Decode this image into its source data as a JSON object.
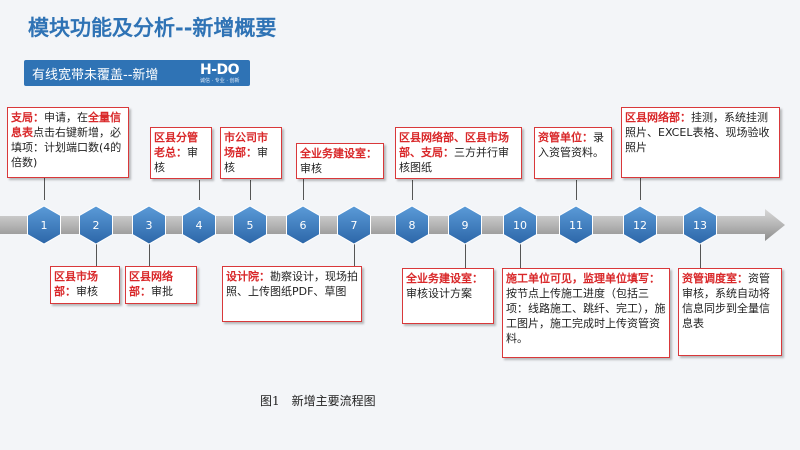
{
  "page_title": "模块功能及分析--新增概要",
  "banner": {
    "text": "有线宽带未覆盖--新增",
    "logo": "H-DO",
    "logo_sub": "诚信 · 专业 · 创新"
  },
  "top_boxes": [
    {
      "parts": [
        [
          "支局：",
          true
        ],
        [
          "申请，在",
          false
        ],
        [
          "全量信息表",
          true
        ],
        [
          "点击右键新增，必填项：计划端口数(4的倍数)",
          false
        ]
      ]
    },
    {
      "parts": [
        [
          "区县分管老总：",
          true
        ],
        [
          "审核",
          false
        ]
      ]
    },
    {
      "parts": [
        [
          "市公司市场部：",
          true
        ],
        [
          "审核",
          false
        ]
      ]
    },
    {
      "parts": [
        [
          "全业务建设室：",
          true
        ],
        [
          "审核",
          false
        ]
      ]
    },
    {
      "parts": [
        [
          "区县网络部、区县市场部、支局：",
          true
        ],
        [
          "三方并行审核图纸",
          false
        ]
      ]
    },
    {
      "parts": [
        [
          "资管单位：",
          true
        ],
        [
          "录入资管资料。",
          false
        ]
      ]
    },
    {
      "parts": [
        [
          "区县网络部：",
          true
        ],
        [
          "挂测，系统挂测照片、EXCEL表格、现场验收照片",
          false
        ]
      ]
    }
  ],
  "bottom_boxes": [
    {
      "parts": [
        [
          "区县市场部：",
          true
        ],
        [
          "审核",
          false
        ]
      ]
    },
    {
      "parts": [
        [
          "区县网络部：",
          true
        ],
        [
          "审批",
          false
        ]
      ]
    },
    {
      "parts": [
        [
          "设计院：",
          true
        ],
        [
          "勘察设计，现场拍照、上传图纸PDF、草图",
          false
        ]
      ]
    },
    {
      "parts": [
        [
          "全业务建设室：",
          true
        ],
        [
          "审核设计方案",
          false
        ]
      ]
    },
    {
      "parts": [
        [
          "施工单位可见，监理单位填写：",
          true
        ],
        [
          "按节点上传施工进度（包括三项：线路施工、跳纤、完工），施工图片，施工完成时上传资管资料。",
          false
        ]
      ]
    },
    {
      "parts": [
        [
          "资管调度室：",
          true
        ],
        [
          "资管审核，系统自动将信息同步到全量信息表",
          false
        ]
      ]
    }
  ],
  "steps": [
    "1",
    "2",
    "3",
    "4",
    "5",
    "6",
    "7",
    "8",
    "9",
    "10",
    "11",
    "12",
    "13"
  ],
  "caption": "图1　新增主要流程图",
  "colors": {
    "accent": "#2f73b5",
    "node": "#3b7ec4",
    "highlight": "#d9282a"
  }
}
